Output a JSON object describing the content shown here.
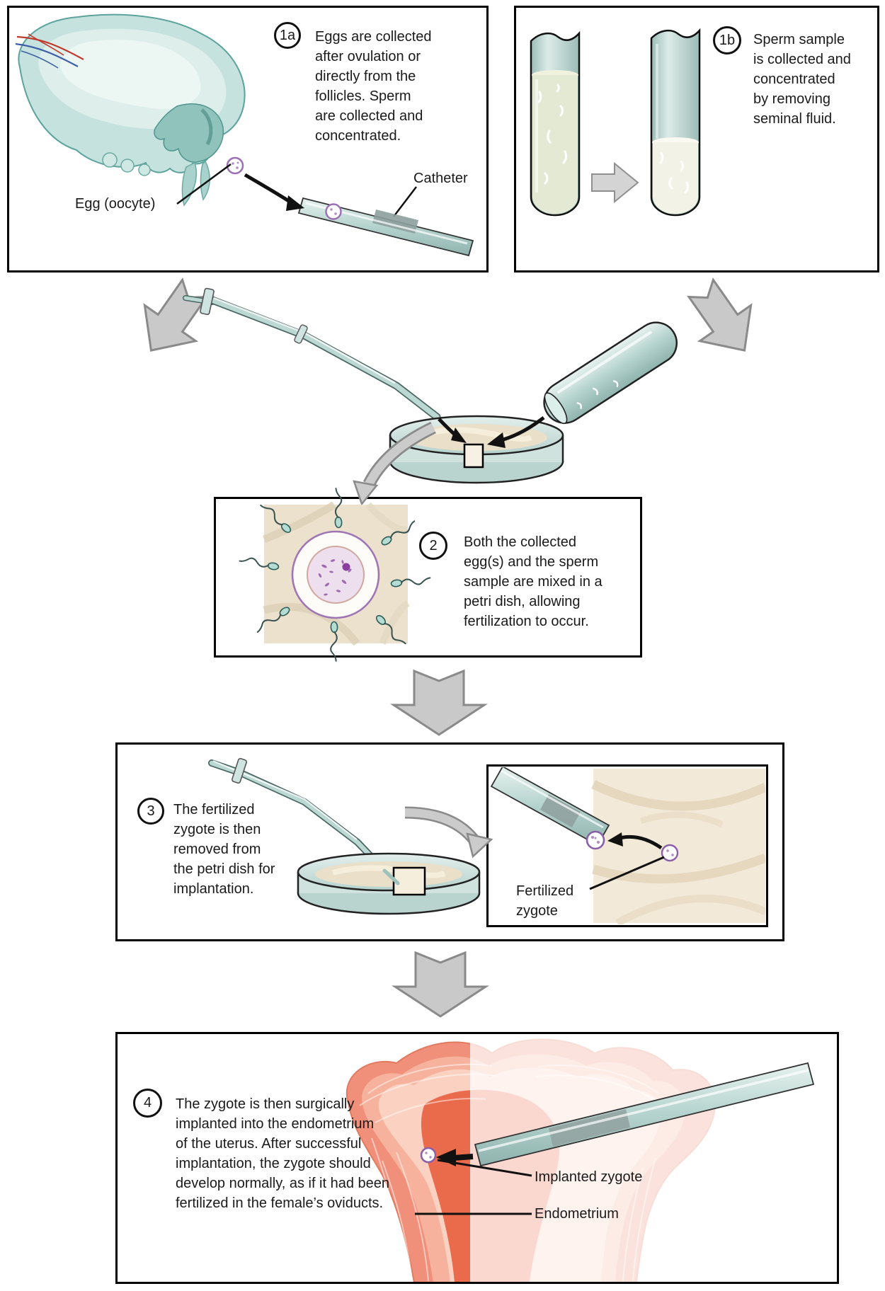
{
  "title": "In vitro fertilization process diagram",
  "colors": {
    "outline": "#1a1a1a",
    "teal_glass": "#aecfca",
    "teal_light": "#d8eae6",
    "beige": "#ece1cd",
    "arrow_gray": "#c9c9c9",
    "arrow_gray_border": "#8a8a8a",
    "uterus_salmon": "#f0907a",
    "uterus_dark": "#e96a4c",
    "zygote_ring_purple": "#8a5fa8"
  },
  "panel_1a": {
    "step_label": "1a",
    "lines": [
      "Eggs are collected",
      "after ovulation or",
      "directly from the",
      "follicles. Sperm",
      "are collected and",
      "concentrated."
    ],
    "egg_label": "Egg (oocyte)",
    "catheter_label": "Catheter"
  },
  "panel_1b": {
    "step_label": "1b",
    "lines": [
      "Sperm sample",
      "is collected and",
      "concentrated",
      "by removing",
      "seminal fluid."
    ]
  },
  "panel_2": {
    "step_label": "2",
    "lines": [
      "Both the collected",
      "egg(s) and the sperm",
      "sample are mixed in a",
      "petri dish, allowing",
      "fertilization to occur."
    ]
  },
  "panel_3": {
    "step_label": "3",
    "lines": [
      "The fertilized",
      "zygote is then",
      "removed from",
      "the petri dish for",
      "implantation."
    ],
    "inset_label_lines": [
      "Fertilized",
      "zygote"
    ]
  },
  "panel_4": {
    "step_label": "4",
    "lines": [
      "The zygote is then surgically",
      "implanted into the endometrium",
      "of the uterus. After successful",
      "implantation, the zygote should",
      "develop normally, as if it had been",
      "fertilized in the female’s oviducts."
    ],
    "zygote_label": "Implanted zygote",
    "endometrium_label": "Endometrium"
  }
}
